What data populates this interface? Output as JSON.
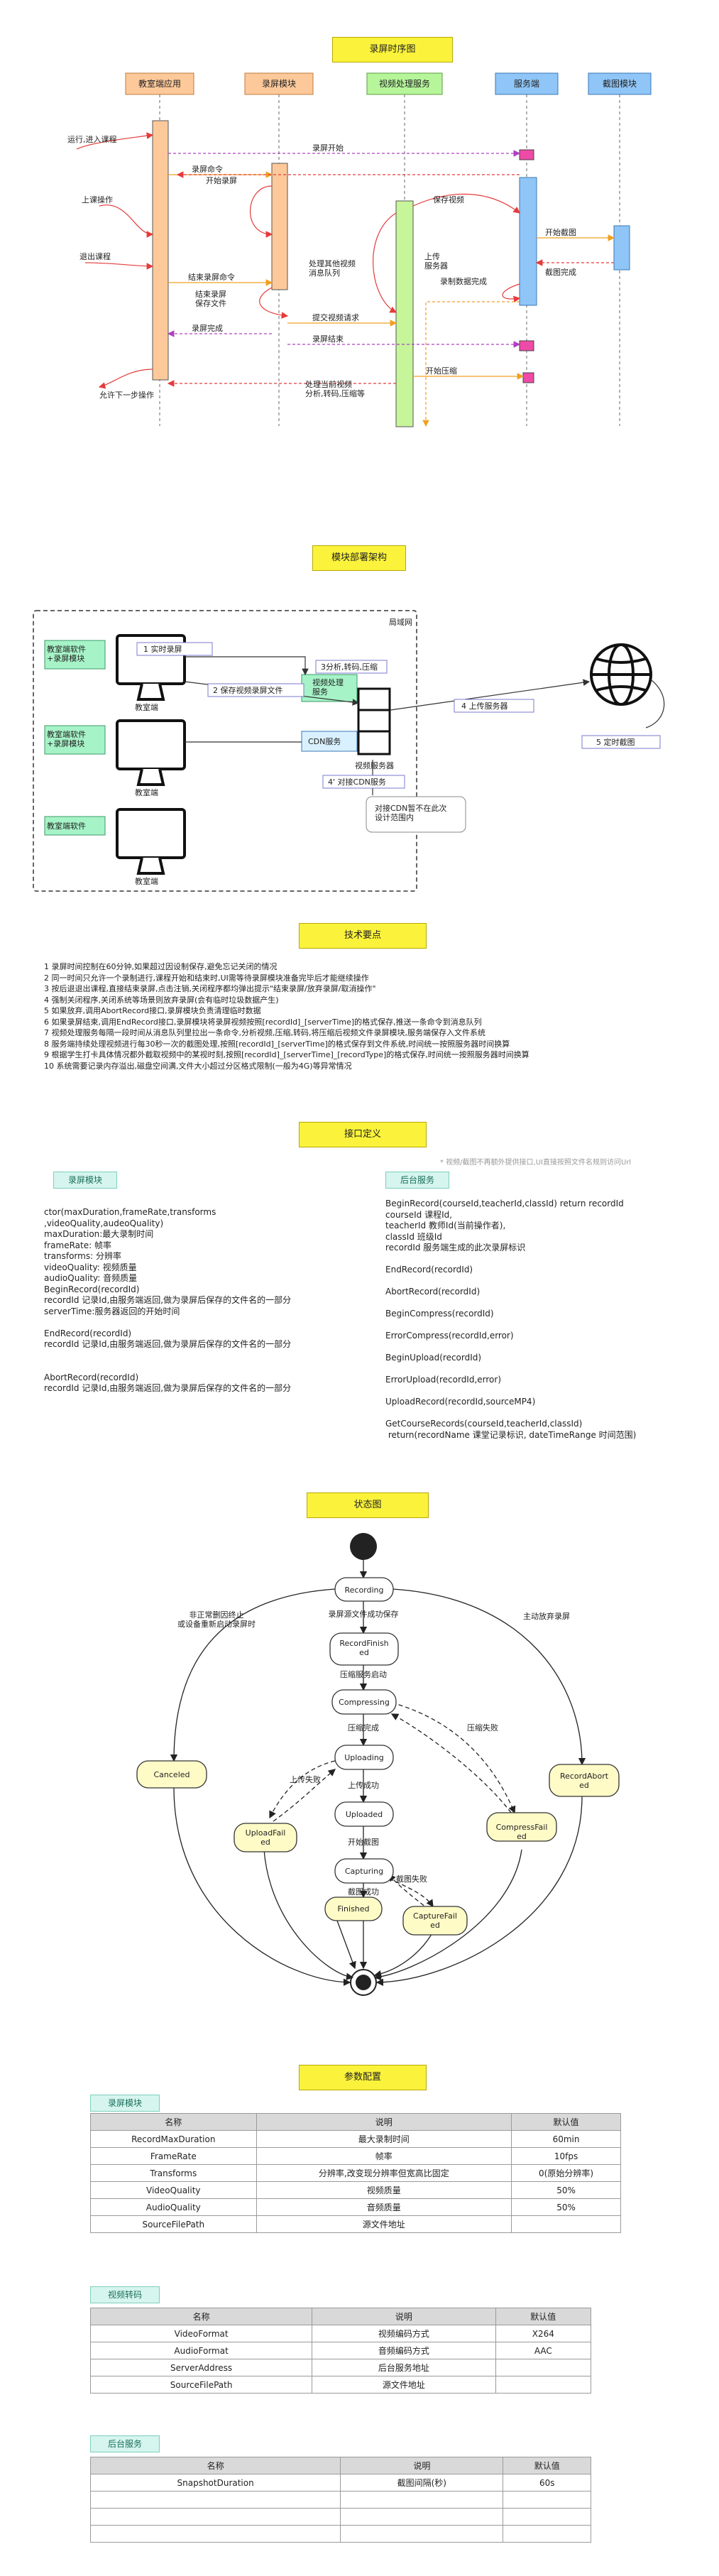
{
  "seq": {
    "title": "录屏时序图",
    "participants": [
      "教室端应用",
      "录屏模块",
      "视频处理服务",
      "服务端",
      "截图模块"
    ],
    "messages": [
      "运行,进入课程",
      "录屏开始",
      "录屏命令",
      "开始录屏",
      "上课操作",
      "退出课程",
      "结束录屏命令",
      "结束录屏 保存文件",
      "录屏完成",
      "处理其他视频 消息队列",
      "提交视频请求",
      "保存视频",
      "开始截图",
      "截图完成",
      "上传 服务器",
      "录制数据完成",
      "录屏结束",
      "开始压缩",
      "处理当前视频 分析,转码,压缩等",
      "允许下一步操作"
    ]
  },
  "deploy": {
    "title": "模块部署架构",
    "lan": "局域网",
    "step1": "1 实时录屏",
    "step2": "2 保存视频录屏文件",
    "step3": "3分析,转码,压缩",
    "step4": "4 上传服务器",
    "step4b": "4' 对接CDN服务",
    "step5": "5 定时截图",
    "stack1": "教室端软件 +录屏模块",
    "stack2": "教室端软件 +录屏模块",
    "stack3": "教室端软件",
    "pc_label": "教室端",
    "video_service": "视频处理 服务",
    "cdn": "CDN服务",
    "server_label": "视频服务器",
    "cdn_note": "对接CDN暂不在此次 设计范围内"
  },
  "tech": {
    "title": "技术要点",
    "points": [
      "1 录屏时间控制在60分钟,如果超过因设制保存,避免忘记关闭的情况",
      "2 同一时间只允许一个录制进行,课程开始和结束时,UI需等待录屏模块准备完毕后才能继续操作",
      "3 按后退退出课程,直接结束录屏,点击注销,关闭程序都均弹出提示\"结束录屏/放弃录屏/取消操作\"",
      "4 强制关闭程序,关闭系统等场景则放弃录屏(会有临时垃圾数据产生)",
      "5 如果放弃,调用AbortRecord接口,录屏模块负责清理临时数据",
      "6 如果录屏结束,调用EndRecord接口,录屏模块将录屏视频按照[recordId]_[serverTime]的格式保存,推送一条命令到消息队列",
      "7 视频处理服务每隔一段时间从消息队列里拉出一条命令,分析视频,压缩,转码,将压缩后视频文件录屏模块,服务端保存入文件系统",
      "8 服务端持续处理视频进行每30秒一次的截图处理,按照[recordId]_[serverTime]的格式保存到文件系统,时间统一按照服务器时间换算",
      "9 根据学生打卡具体情况都外截取视频中的某视时刻,按照[recordId]_[serverTime]_[recordType]的格式保存,时间统一按照服务器时间换算",
      "10 系统需要记录内存溢出,磁盘空间满,文件大小超过分区格式限制(一般为4G)等异常情况"
    ]
  },
  "iface": {
    "title": "接口定义",
    "note": "* 视频/截图不再额外提供接口,UI直接按照文件名规则访问Url",
    "left_tag": "录屏模块",
    "right_tag": "后台服务",
    "left": [
      "ctor(maxDuration,frameRate,transforms",
      ",videoQuality,audeoQuality)",
      "maxDuration:最大录制时间",
      "frameRate: 帧率",
      "transforms: 分辨率",
      "videoQuality: 视频质量",
      "audioQuality: 音频质量",
      "BeginRecord(recordId)",
      "recordId 记录Id,由服务端返回,做为录屏后保存的文件名的一部分",
      "serverTime:服务器返回的开始时间",
      "",
      "EndRecord(recordId)",
      "recordId 记录Id,由服务端返回,做为录屏后保存的文件名的一部分",
      "",
      "",
      "AbortRecord(recordId)",
      "recordId 记录Id,由服务端返回,做为录屏后保存的文件名的一部分"
    ],
    "right": [
      "BeginRecord(courseId,teacherId,classId) return recordId",
      "courseId 课程Id,",
      "teacherId 教师Id(当前操作者),",
      "classId 班级Id",
      "recordId 服务端生成的此次录屏标识",
      "",
      "EndRecord(recordId)",
      "",
      "AbortRecord(recordId)",
      "",
      "BeginCompress(recordId)",
      "",
      "ErrorCompress(recordId,error)",
      "",
      "BeginUpload(recordId)",
      "",
      "ErrorUpload(recordId,error)",
      "",
      "UploadRecord(recordId,sourceMP4)",
      "",
      "GetCourseRecords(courseId,teacherId,classId)",
      " return(recordName 课堂记录标识, dateTimeRange 时间范围)"
    ]
  },
  "state": {
    "title": "状态图",
    "states": [
      "Recording",
      "RecordFinished",
      "Compressing",
      "Uploading",
      "Uploaded",
      "Capturing",
      "Finished",
      "Canceled",
      "UploadFailed",
      "CompressFailed",
      "RecordAborted",
      "CaptureFailed"
    ],
    "transitions": [
      "非正常删因终止 或设备重新启动录屏时",
      "录屏源文件成功保存",
      "主动放弃录屏",
      "压缩服务启动",
      "压缩完成",
      "压缩失败",
      "上传失败",
      "上传成功",
      "开始截图",
      "截图成功",
      "截图失败"
    ]
  },
  "params": {
    "title": "参数配置",
    "tables": [
      {
        "tag": "录屏模块",
        "headers": [
          "名称",
          "说明",
          "默认值"
        ],
        "rows": [
          [
            "RecordMaxDuration",
            "最大录制时间",
            "60min"
          ],
          [
            "FrameRate",
            "帧率",
            "10fps"
          ],
          [
            "Transforms",
            "分辨率,改变现分辨率但宽高比固定",
            "0(原始分辨率)"
          ],
          [
            "VideoQuality",
            "视频质量",
            "50%"
          ],
          [
            "AudioQuality",
            "音频质量",
            "50%"
          ],
          [
            "SourceFilePath",
            "源文件地址",
            ""
          ]
        ]
      },
      {
        "tag": "视频转码",
        "headers": [
          "名称",
          "说明",
          "默认值"
        ],
        "rows": [
          [
            "VideoFormat",
            "视频编码方式",
            "X264"
          ],
          [
            "AudioFormat",
            "音频编码方式",
            "AAC"
          ],
          [
            "ServerAddress",
            "后台服务地址",
            ""
          ],
          [
            "SourceFilePath",
            "源文件地址",
            ""
          ]
        ]
      },
      {
        "tag": "后台服务",
        "headers": [
          "名称",
          "说明",
          "默认值"
        ],
        "rows": [
          [
            "SnapshotDuration",
            "截图间隔(秒)",
            "60s"
          ],
          [
            "",
            "",
            ""
          ],
          [
            "",
            "",
            ""
          ],
          [
            "",
            "",
            ""
          ]
        ]
      }
    ]
  }
}
